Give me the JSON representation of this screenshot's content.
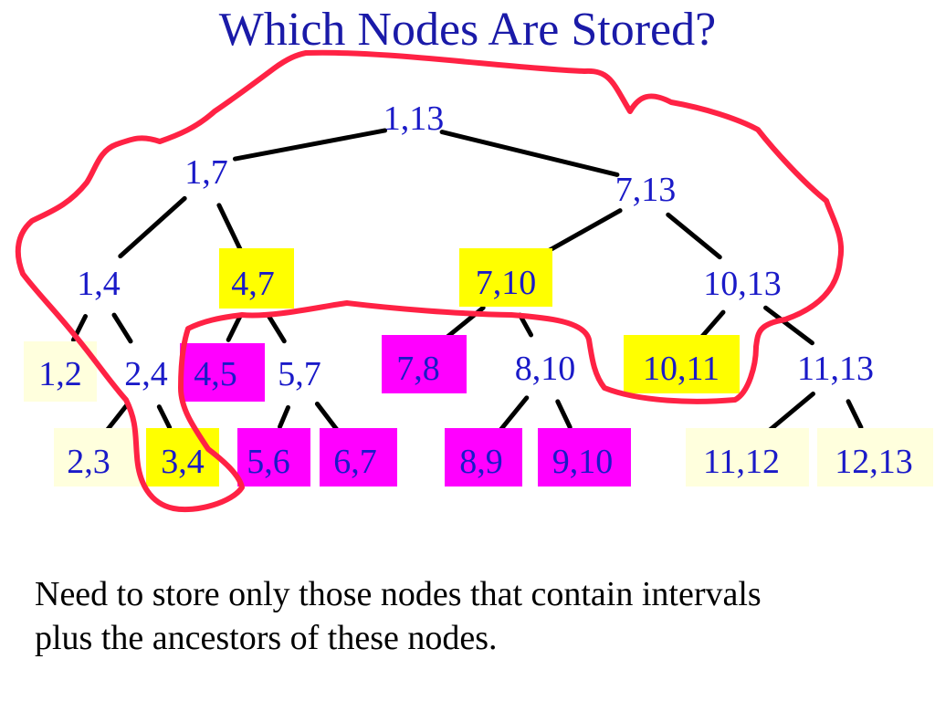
{
  "title": "Which Nodes Are Stored?",
  "note": {
    "line1": "Need to store only those nodes that contain intervals",
    "line2": "plus the ancestors of these nodes."
  },
  "colors": {
    "title": "#1a1aa8",
    "node_text": "#1a1ac8",
    "edge": "#000000",
    "yellow": "#ffff00",
    "pale_yellow": "#ffffdd",
    "magenta": "#ff00ff",
    "outline": "#ff2244"
  },
  "nodes": [
    {
      "id": "n1_13",
      "label": "1,13",
      "fill": "none"
    },
    {
      "id": "n1_7",
      "label": "1,7",
      "fill": "none"
    },
    {
      "id": "n7_13",
      "label": "7,13",
      "fill": "none"
    },
    {
      "id": "n1_4",
      "label": "1,4",
      "fill": "none"
    },
    {
      "id": "n4_7",
      "label": "4,7",
      "fill": "yellow"
    },
    {
      "id": "n7_10",
      "label": "7,10",
      "fill": "yellow"
    },
    {
      "id": "n10_13",
      "label": "10,13",
      "fill": "none"
    },
    {
      "id": "n1_2",
      "label": "1,2",
      "fill": "pale_yellow"
    },
    {
      "id": "n2_4",
      "label": "2,4",
      "fill": "none"
    },
    {
      "id": "n4_5",
      "label": "4,5",
      "fill": "magenta"
    },
    {
      "id": "n5_7",
      "label": "5,7",
      "fill": "none"
    },
    {
      "id": "n7_8",
      "label": "7,8",
      "fill": "magenta"
    },
    {
      "id": "n8_10",
      "label": "8,10",
      "fill": "none"
    },
    {
      "id": "n10_11",
      "label": "10,11",
      "fill": "yellow"
    },
    {
      "id": "n11_13",
      "label": "11,13",
      "fill": "none"
    },
    {
      "id": "n2_3",
      "label": "2,3",
      "fill": "pale_yellow"
    },
    {
      "id": "n3_4",
      "label": "3,4",
      "fill": "yellow"
    },
    {
      "id": "n5_6",
      "label": "5,6",
      "fill": "magenta"
    },
    {
      "id": "n6_7",
      "label": "6,7",
      "fill": "magenta"
    },
    {
      "id": "n8_9",
      "label": "8,9",
      "fill": "magenta"
    },
    {
      "id": "n9_10",
      "label": "9,10",
      "fill": "magenta"
    },
    {
      "id": "n11_12",
      "label": "11,12",
      "fill": "pale_yellow"
    },
    {
      "id": "n12_13",
      "label": "12,13",
      "fill": "pale_yellow"
    }
  ],
  "edges": [
    [
      "n1_13",
      "n1_7"
    ],
    [
      "n1_13",
      "n7_13"
    ],
    [
      "n1_7",
      "n1_4"
    ],
    [
      "n1_7",
      "n4_7"
    ],
    [
      "n7_13",
      "n7_10"
    ],
    [
      "n7_13",
      "n10_13"
    ],
    [
      "n1_4",
      "n1_2"
    ],
    [
      "n1_4",
      "n2_4"
    ],
    [
      "n4_7",
      "n4_5"
    ],
    [
      "n4_7",
      "n5_7"
    ],
    [
      "n7_10",
      "n7_8"
    ],
    [
      "n7_10",
      "n8_10"
    ],
    [
      "n10_13",
      "n10_11"
    ],
    [
      "n10_13",
      "n11_13"
    ],
    [
      "n2_4",
      "n2_3"
    ],
    [
      "n2_4",
      "n3_4"
    ],
    [
      "n5_7",
      "n5_6"
    ],
    [
      "n5_7",
      "n6_7"
    ],
    [
      "n8_10",
      "n8_9"
    ],
    [
      "n8_10",
      "n9_10"
    ],
    [
      "n11_13",
      "n11_12"
    ],
    [
      "n11_13",
      "n12_13"
    ]
  ]
}
